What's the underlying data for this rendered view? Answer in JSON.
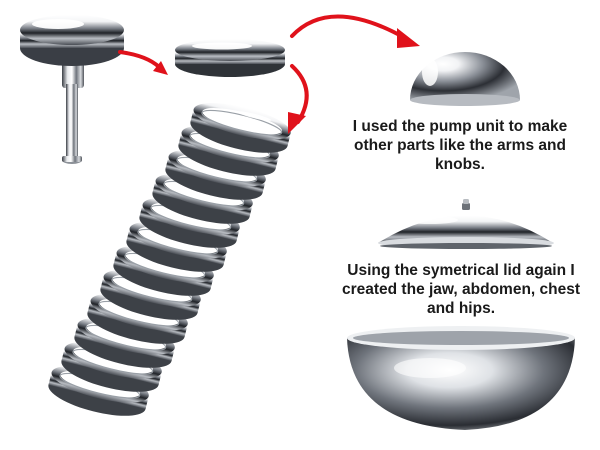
{
  "captions": {
    "pump": "I used the pump unit to make other parts like the arms and knobs.",
    "lid": "Using the symetrical lid again I created the jaw, abdomen, chest and hips."
  },
  "colors": {
    "background": "#ffffff",
    "arrow": "#e0121b",
    "text": "#1a1a1a",
    "chrome_light": "#ffffff",
    "chrome_mid": "#a8acb2",
    "chrome_dark": "#2a2d33"
  },
  "icons": {
    "arrow": "curved-arrow",
    "parts": "chrome-part"
  }
}
